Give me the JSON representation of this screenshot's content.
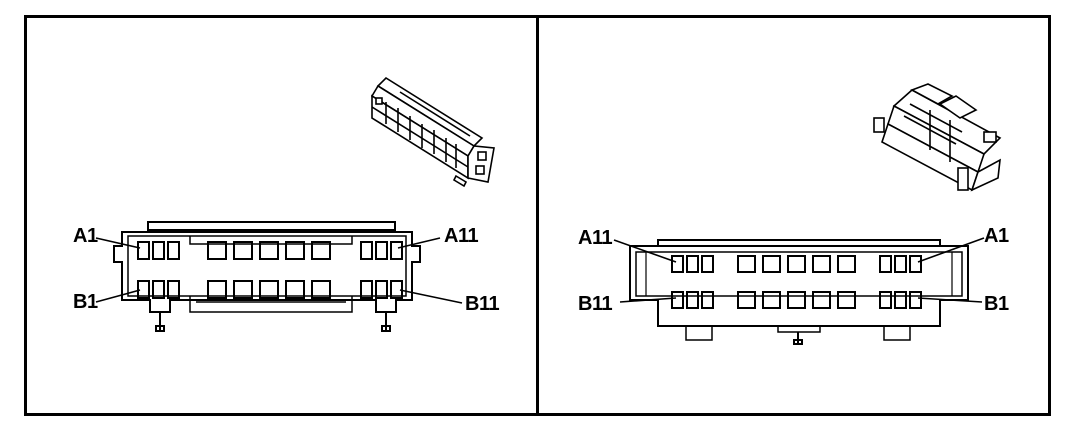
{
  "colors": {
    "ink": "#000000",
    "paper": "#ffffff"
  },
  "panels": [
    {
      "id": "left",
      "icon": "connector-3d-icon",
      "labels": {
        "top_left": "A1",
        "top_right": "A11",
        "bottom_left": "B1",
        "bottom_right": "B11"
      }
    },
    {
      "id": "right",
      "icon": "connector-3d-rear-icon",
      "labels": {
        "top_left": "A11",
        "top_right": "A1",
        "bottom_left": "B11",
        "bottom_right": "B1"
      }
    }
  ]
}
